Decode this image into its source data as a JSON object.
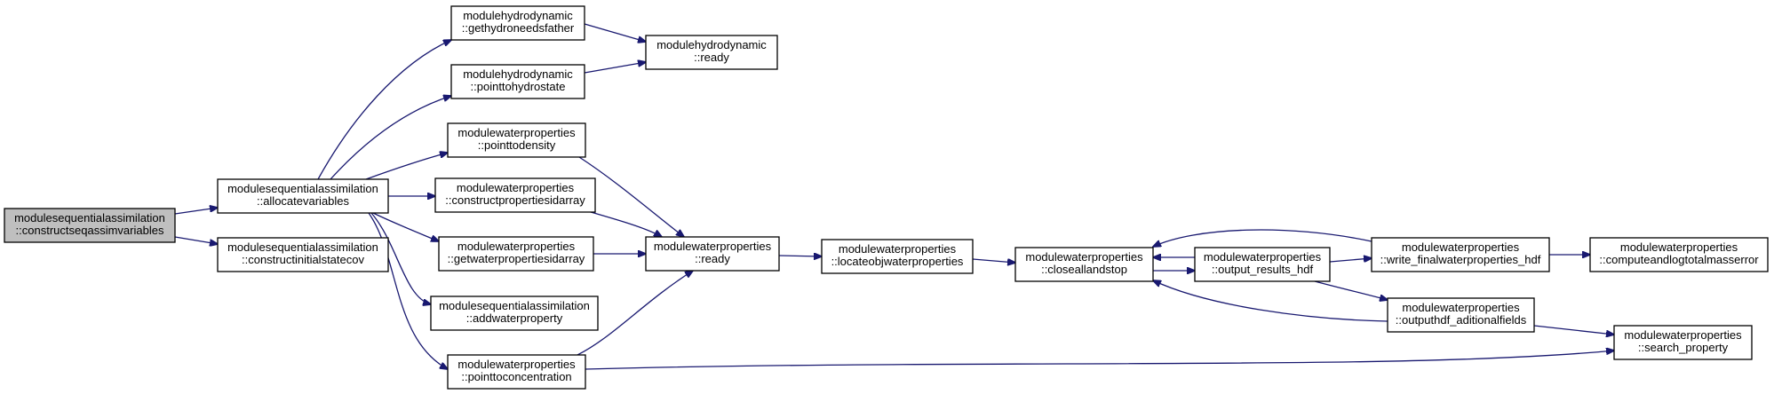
{
  "graph": {
    "nodes": [
      {
        "id": "n0",
        "lines": [
          "modulesequentialassimilation",
          "::constructseqassimvariables"
        ],
        "root": true
      },
      {
        "id": "n1",
        "lines": [
          "modulesequentialassimilation",
          "::allocatevariables"
        ]
      },
      {
        "id": "n2",
        "lines": [
          "modulesequentialassimilation",
          "::constructinitialstatecov"
        ]
      },
      {
        "id": "n3",
        "lines": [
          "modulehydrodynamic",
          "::gethydroneedsfather"
        ]
      },
      {
        "id": "n4",
        "lines": [
          "modulehydrodynamic",
          "::pointtohydrostate"
        ]
      },
      {
        "id": "n5",
        "lines": [
          "modulehydrodynamic",
          "::ready"
        ]
      },
      {
        "id": "n6",
        "lines": [
          "modulewaterproperties",
          "::pointtodensity"
        ]
      },
      {
        "id": "n7",
        "lines": [
          "modulewaterproperties",
          "::constructpropertiesidarray"
        ]
      },
      {
        "id": "n8",
        "lines": [
          "modulewaterproperties",
          "::getwaterpropertiesidarray"
        ]
      },
      {
        "id": "n9",
        "lines": [
          "modulesequentialassimilation",
          "::addwaterproperty"
        ]
      },
      {
        "id": "n10",
        "lines": [
          "modulewaterproperties",
          "::pointtoconcentration"
        ]
      },
      {
        "id": "n11",
        "lines": [
          "modulewaterproperties",
          "::ready"
        ]
      },
      {
        "id": "n12",
        "lines": [
          "modulewaterproperties",
          "::locateobjwaterproperties"
        ]
      },
      {
        "id": "n13",
        "lines": [
          "modulewaterproperties",
          "::closeallandstop"
        ]
      },
      {
        "id": "n14",
        "lines": [
          "modulewaterproperties",
          "::output_results_hdf"
        ]
      },
      {
        "id": "n15",
        "lines": [
          "modulewaterproperties",
          "::write_finalwaterproperties_hdf"
        ]
      },
      {
        "id": "n16",
        "lines": [
          "modulewaterproperties",
          "::outputhdf_aditionalfields"
        ]
      },
      {
        "id": "n17",
        "lines": [
          "modulewaterproperties",
          "::computeandlogtotalmasserror"
        ]
      },
      {
        "id": "n18",
        "lines": [
          "modulewaterproperties",
          "::search_property"
        ]
      }
    ],
    "edges": [
      {
        "from": "n0",
        "to": "n1"
      },
      {
        "from": "n0",
        "to": "n2"
      },
      {
        "from": "n1",
        "to": "n3"
      },
      {
        "from": "n1",
        "to": "n4"
      },
      {
        "from": "n1",
        "to": "n6"
      },
      {
        "from": "n1",
        "to": "n7"
      },
      {
        "from": "n1",
        "to": "n8"
      },
      {
        "from": "n1",
        "to": "n9"
      },
      {
        "from": "n1",
        "to": "n10"
      },
      {
        "from": "n3",
        "to": "n5"
      },
      {
        "from": "n4",
        "to": "n5"
      },
      {
        "from": "n6",
        "to": "n11"
      },
      {
        "from": "n7",
        "to": "n11"
      },
      {
        "from": "n8",
        "to": "n11"
      },
      {
        "from": "n10",
        "to": "n11"
      },
      {
        "from": "n10",
        "to": "n18"
      },
      {
        "from": "n11",
        "to": "n12"
      },
      {
        "from": "n12",
        "to": "n13"
      },
      {
        "from": "n13",
        "to": "n14"
      },
      {
        "from": "n14",
        "to": "n13"
      },
      {
        "from": "n14",
        "to": "n15"
      },
      {
        "from": "n14",
        "to": "n16"
      },
      {
        "from": "n15",
        "to": "n13"
      },
      {
        "from": "n15",
        "to": "n17"
      },
      {
        "from": "n16",
        "to": "n13"
      },
      {
        "from": "n16",
        "to": "n18"
      }
    ]
  },
  "colors": {
    "edge": "#191970",
    "node_border": "#000000",
    "root_fill": "#bfbfbf",
    "node_fill": "#ffffff"
  }
}
